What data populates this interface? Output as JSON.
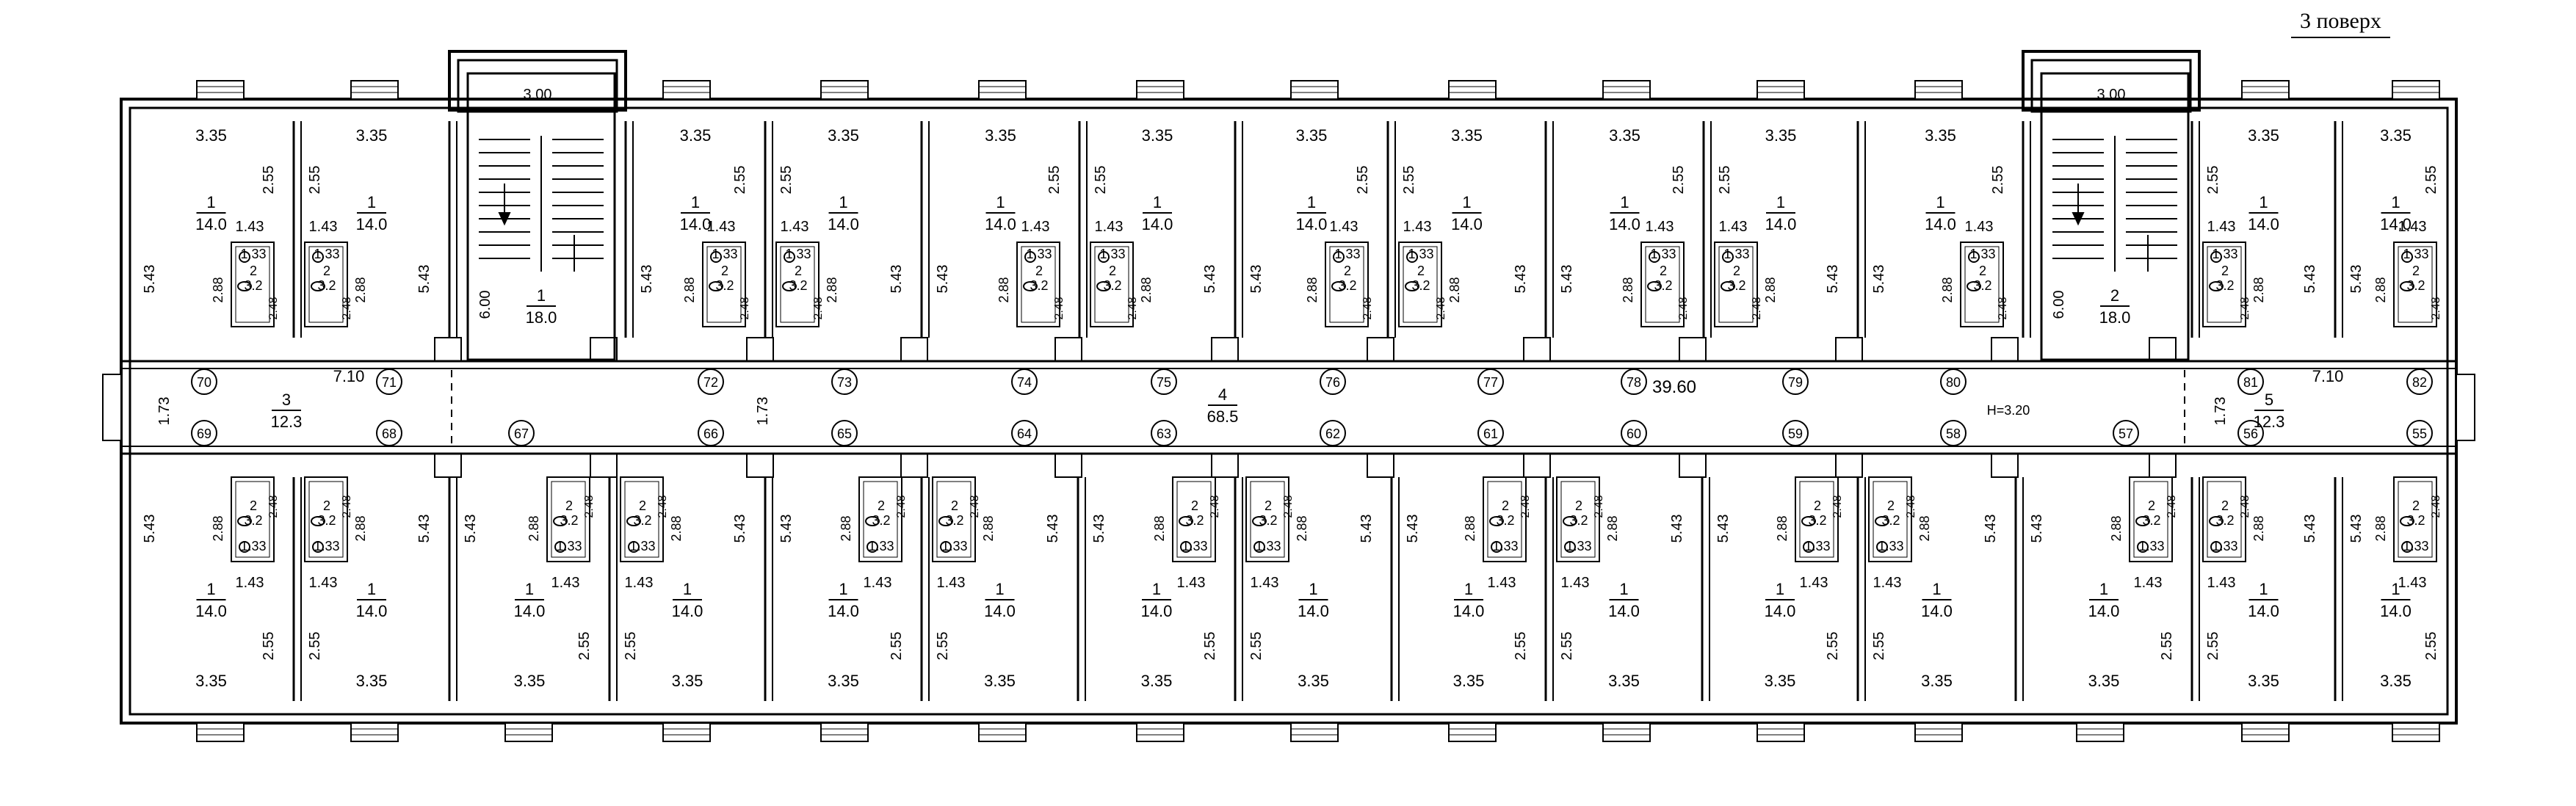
{
  "title": "3 поверх",
  "corridor": {
    "left_room": {
      "num": "3",
      "area": "12.3",
      "length": "7.10",
      "width": "1.73"
    },
    "main": {
      "num": "4",
      "area": "68.5",
      "length": "39.60",
      "height": "H=3.20",
      "width": "1.73"
    },
    "right_room": {
      "num": "5",
      "area": "12.3",
      "length": "7.10",
      "width": "1.73"
    }
  },
  "stairs": [
    {
      "num": "1",
      "area": "18.0",
      "width": "3.00",
      "length": "6.00"
    },
    {
      "num": "2",
      "area": "18.0",
      "width": "3.00",
      "length": "6.00"
    }
  ],
  "room": {
    "num": "1",
    "area": "14.0",
    "width": "3.35",
    "length": "5.43",
    "seg": "2.55"
  },
  "wc": {
    "num": "2",
    "area": "3.2",
    "dim1": "1.33",
    "dim2": "2.48",
    "dim3": "2.88",
    "dim4": "1.43"
  },
  "top_marks": [
    "70",
    "71",
    "72",
    "73",
    "74",
    "75",
    "76",
    "77",
    "78",
    "79",
    "80",
    "81",
    "82"
  ],
  "bottom_marks": [
    "69",
    "68",
    "67",
    "66",
    "65",
    "64",
    "63",
    "62",
    "61",
    "60",
    "59",
    "58",
    "57",
    "56",
    "55"
  ]
}
